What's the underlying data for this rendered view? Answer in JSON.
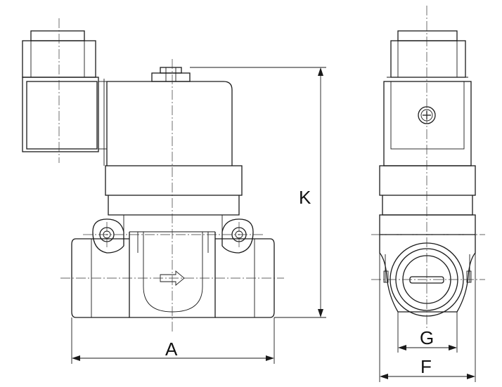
{
  "dimension_labels": {
    "K": "K",
    "A": "A",
    "G": "G",
    "F": "F"
  },
  "colors": {
    "line": "#1a1a1a",
    "background": "#ffffff"
  },
  "icons": {
    "flow_direction": "arrow-right-icon",
    "screw": "phillips-screw-icon"
  }
}
